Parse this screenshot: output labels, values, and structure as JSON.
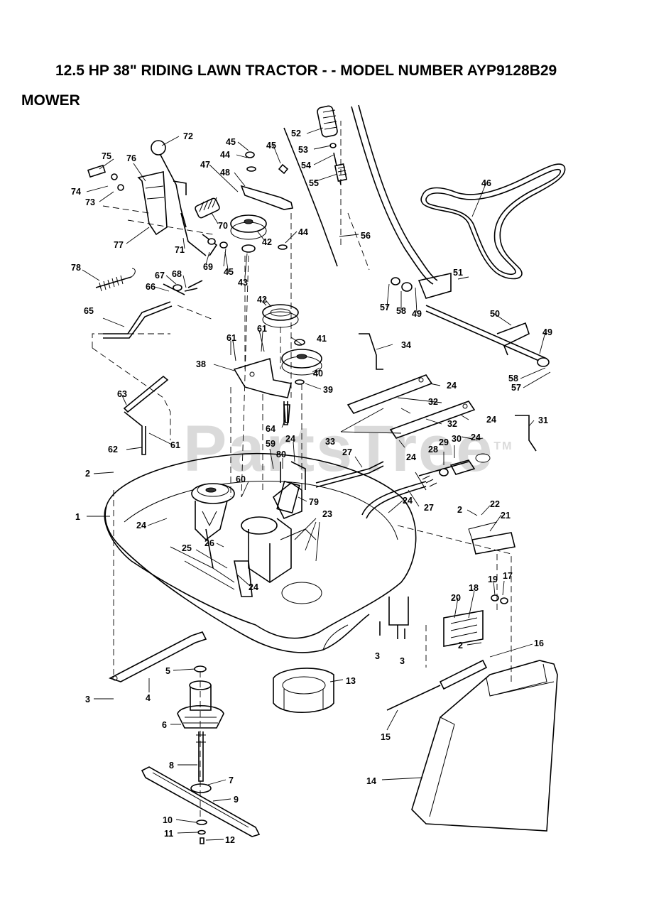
{
  "header": {
    "title": "12.5 HP 38\" RIDING LAWN TRACTOR - - MODEL NUMBER AYP9128B29",
    "subtitle": "MOWER"
  },
  "watermark": {
    "text": "PartsTree",
    "trademark": "TM"
  },
  "callouts": {
    "c1": "1",
    "c2a": "2",
    "c2b": "2",
    "c2c": "2",
    "c3a": "3",
    "c3b": "3",
    "c3c": "3",
    "c4": "4",
    "c5": "5",
    "c6": "6",
    "c7": "7",
    "c8": "8",
    "c9": "9",
    "c10": "10",
    "c11": "11",
    "c12": "12",
    "c13": "13",
    "c14": "14",
    "c15": "15",
    "c16": "16",
    "c17": "17",
    "c18": "18",
    "c19": "19",
    "c20": "20",
    "c21": "21",
    "c22": "22",
    "c23": "23",
    "c24a": "24",
    "c24b": "24",
    "c24c": "24",
    "c24d": "24",
    "c24e": "24",
    "c24f": "24",
    "c24g": "24",
    "c24h": "24",
    "c25": "25",
    "c26": "26",
    "c27a": "27",
    "c27b": "27",
    "c28": "28",
    "c29": "29",
    "c30": "30",
    "c31": "31",
    "c32a": "32",
    "c32b": "32",
    "c33": "33",
    "c34": "34",
    "c38": "38",
    "c39": "39",
    "c40": "40",
    "c41": "41",
    "c42a": "42",
    "c42b": "42",
    "c43": "43",
    "c44a": "44",
    "c44b": "44",
    "c45a": "45",
    "c45b": "45",
    "c45c": "45",
    "c46": "46",
    "c47": "47",
    "c48": "48",
    "c49a": "49",
    "c49b": "49",
    "c50": "50",
    "c51": "51",
    "c52": "52",
    "c53": "53",
    "c54": "54",
    "c55": "55",
    "c56": "56",
    "c57a": "57",
    "c57b": "57",
    "c58a": "58",
    "c58b": "58",
    "c59": "59",
    "c60": "60",
    "c61a": "61",
    "c61b": "61",
    "c61c": "61",
    "c62": "62",
    "c63": "63",
    "c64": "64",
    "c65": "65",
    "c66": "66",
    "c67": "67",
    "c68": "68",
    "c69": "69",
    "c70": "70",
    "c71": "71",
    "c72": "72",
    "c73": "73",
    "c74": "74",
    "c75": "75",
    "c76": "76",
    "c77": "77",
    "c78": "78",
    "c79": "79",
    "c80": "80"
  }
}
